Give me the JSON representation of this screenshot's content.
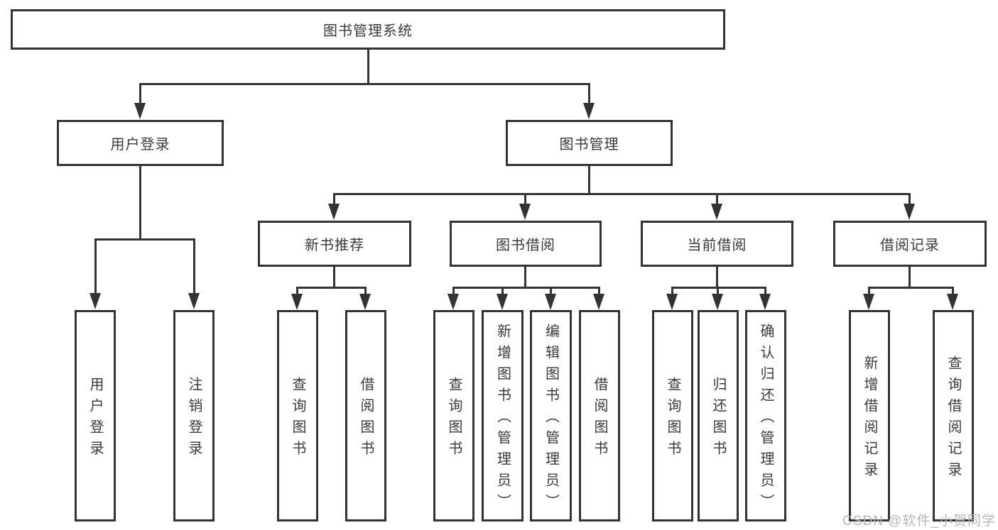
{
  "colors": {
    "line": "#333333",
    "text": "#3a3a3a",
    "watermark": "#b7b7b7",
    "background": "#ffffff"
  },
  "watermark": {
    "text": "CSDN @软件_小贺同学"
  },
  "diagram": {
    "type": "tree",
    "root": {
      "label": "图书管理系统",
      "children": [
        {
          "label": "用户登录",
          "children": [
            {
              "label": "用户登录"
            },
            {
              "label": "注销登录"
            }
          ]
        },
        {
          "label": "图书管理",
          "children": [
            {
              "label": "新书推荐",
              "children": [
                {
                  "label": "查询图书"
                },
                {
                  "label": "借阅图书"
                }
              ]
            },
            {
              "label": "图书借阅",
              "children": [
                {
                  "label": "查询图书"
                },
                {
                  "label": "新增图书（管理员）"
                },
                {
                  "label": "编辑图书（管理员）"
                },
                {
                  "label": "借阅图书"
                }
              ]
            },
            {
              "label": "当前借阅",
              "children": [
                {
                  "label": "查询图书"
                },
                {
                  "label": "归还图书"
                },
                {
                  "label": "确认归还（管理员）"
                }
              ]
            },
            {
              "label": "借阅记录",
              "children": [
                {
                  "label": "新增借阅记录"
                },
                {
                  "label": "查询借阅记录"
                }
              ]
            }
          ]
        }
      ]
    }
  }
}
